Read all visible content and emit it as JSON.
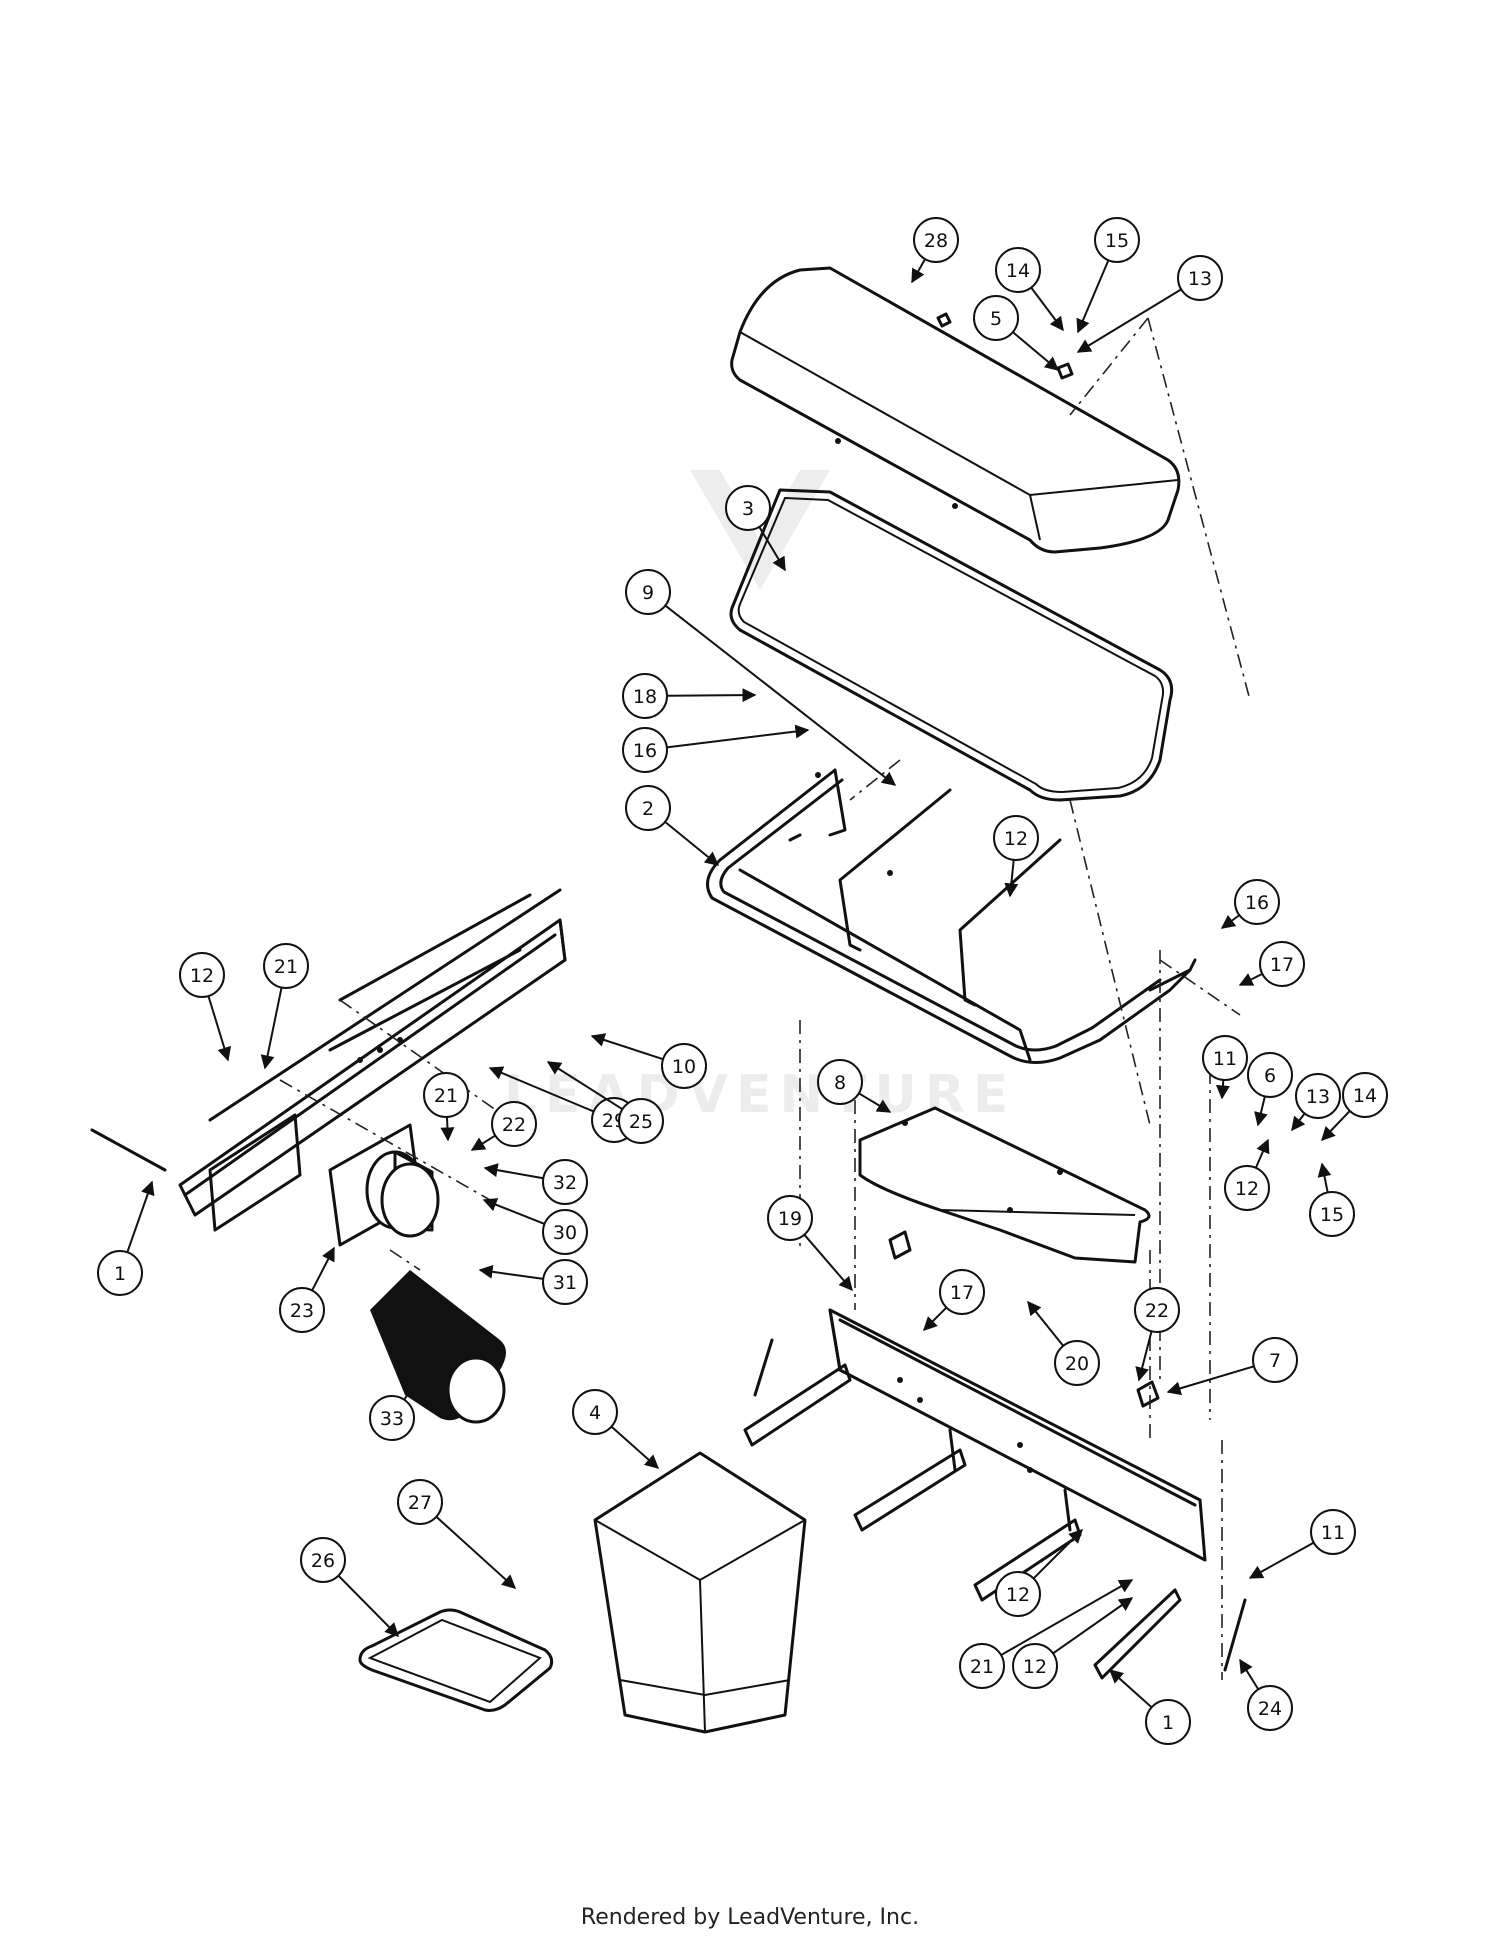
{
  "footer": {
    "text": "Rendered by LeadVenture, Inc."
  },
  "watermark": {
    "text": "LEADVENTURE"
  },
  "callouts": [
    "28",
    "15",
    "14",
    "13",
    "5",
    "3",
    "9",
    "18",
    "16",
    "2",
    "12",
    "16",
    "17",
    "11",
    "6",
    "13",
    "14",
    "12",
    "15",
    "12",
    "21",
    "10",
    "29",
    "25",
    "21",
    "22",
    "32",
    "30",
    "31",
    "23",
    "1",
    "33",
    "8",
    "19",
    "17",
    "20",
    "22",
    "7",
    "4",
    "27",
    "26",
    "11",
    "12",
    "21",
    "12",
    "1",
    "24"
  ]
}
